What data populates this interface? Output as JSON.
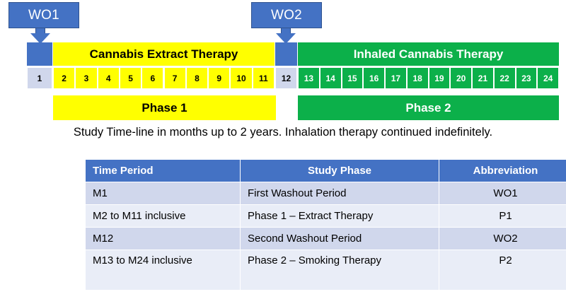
{
  "callouts": [
    {
      "label": "WO1"
    },
    {
      "label": "WO2"
    }
  ],
  "timeline": {
    "therapy_bars": [
      {
        "label": "Cannabis Extract Therapy",
        "color": "#FFFF00"
      },
      {
        "label": "Inhaled Cannabis Therapy",
        "color": "#0CB04A"
      }
    ],
    "washout_bars": [
      {
        "label": "",
        "color": "#4472C4"
      },
      {
        "label": "",
        "color": "#4472C4"
      }
    ],
    "months": [
      {
        "n": "1",
        "kind": "grey"
      },
      {
        "n": "2",
        "kind": "yellow"
      },
      {
        "n": "3",
        "kind": "yellow"
      },
      {
        "n": "4",
        "kind": "yellow"
      },
      {
        "n": "5",
        "kind": "yellow"
      },
      {
        "n": "6",
        "kind": "yellow"
      },
      {
        "n": "7",
        "kind": "yellow"
      },
      {
        "n": "8",
        "kind": "yellow"
      },
      {
        "n": "9",
        "kind": "yellow"
      },
      {
        "n": "10",
        "kind": "yellow"
      },
      {
        "n": "11",
        "kind": "yellow"
      },
      {
        "n": "12",
        "kind": "grey"
      },
      {
        "n": "13",
        "kind": "green"
      },
      {
        "n": "14",
        "kind": "green"
      },
      {
        "n": "15",
        "kind": "green"
      },
      {
        "n": "16",
        "kind": "green"
      },
      {
        "n": "17",
        "kind": "green"
      },
      {
        "n": "18",
        "kind": "green"
      },
      {
        "n": "19",
        "kind": "green"
      },
      {
        "n": "20",
        "kind": "green"
      },
      {
        "n": "21",
        "kind": "green"
      },
      {
        "n": "22",
        "kind": "green"
      },
      {
        "n": "23",
        "kind": "green"
      },
      {
        "n": "24",
        "kind": "green"
      }
    ],
    "phase_bars": [
      {
        "label": "Phase 1",
        "color": "#FFFF00"
      },
      {
        "label": "Phase 2",
        "color": "#0CB04A"
      }
    ]
  },
  "caption": "Study Time-line in months up to 2 years.  Inhalation therapy continued indefinitely.",
  "table": {
    "headers": [
      "Time Period",
      "Study Phase",
      "Abbreviation"
    ],
    "rows": [
      {
        "period": "M1",
        "phase": "First Washout Period",
        "abbr": "WO1"
      },
      {
        "period": "M2 to M11 inclusive",
        "phase": "Phase 1 – Extract Therapy",
        "abbr": "P1"
      },
      {
        "period": "M12",
        "phase": "Second Washout Period",
        "abbr": "WO2"
      },
      {
        "period": "M13 to M24 inclusive",
        "phase": "Phase 2 – Smoking Therapy",
        "abbr": "P2"
      }
    ]
  },
  "colors": {
    "blue": "#4472C4",
    "yellow": "#FFFF00",
    "green": "#0CB04A",
    "grey": "#D0D7EC",
    "row_alt": "#E9EDF7"
  }
}
